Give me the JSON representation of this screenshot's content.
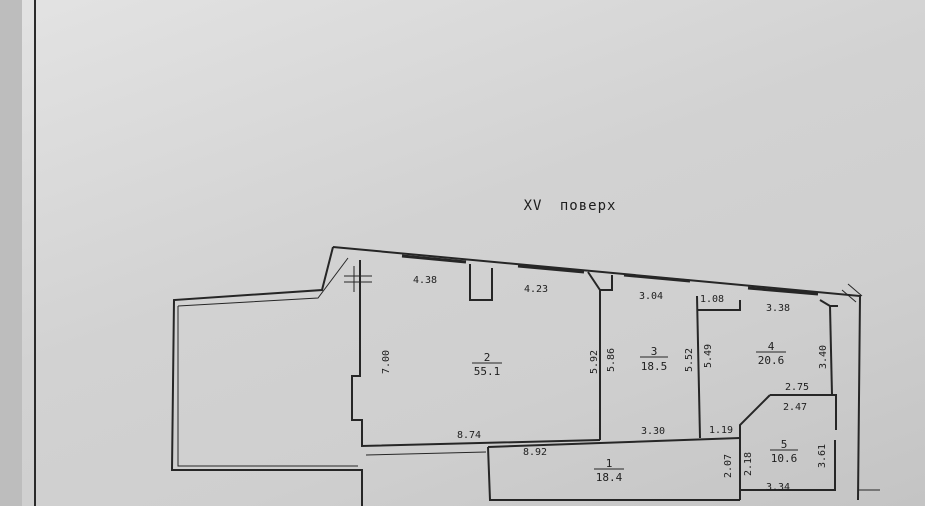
{
  "title": "XV поверх",
  "rooms": [
    {
      "number": "2",
      "area": "55.1"
    },
    {
      "number": "3",
      "area": "18.5"
    },
    {
      "number": "4",
      "area": "20.6"
    },
    {
      "number": "1",
      "area": "18.4"
    },
    {
      "number": "5",
      "area": "10.6"
    }
  ],
  "dimensions": {
    "d_438": "4.38",
    "d_423": "4.23",
    "d_304": "3.04",
    "d_108": "1.08",
    "d_338": "3.38",
    "d_700": "7.00",
    "d_592": "5.92",
    "d_586": "5.86",
    "d_552": "5.52",
    "d_549": "5.49",
    "d_340": "3.40",
    "d_275": "2.75",
    "d_247": "2.47",
    "d_874": "8.74",
    "d_330": "3.30",
    "d_119": "1.19",
    "d_892": "8.92",
    "d_207": "2.07",
    "d_218": "2.18",
    "d_361": "3.61",
    "d_334": "3.34"
  }
}
